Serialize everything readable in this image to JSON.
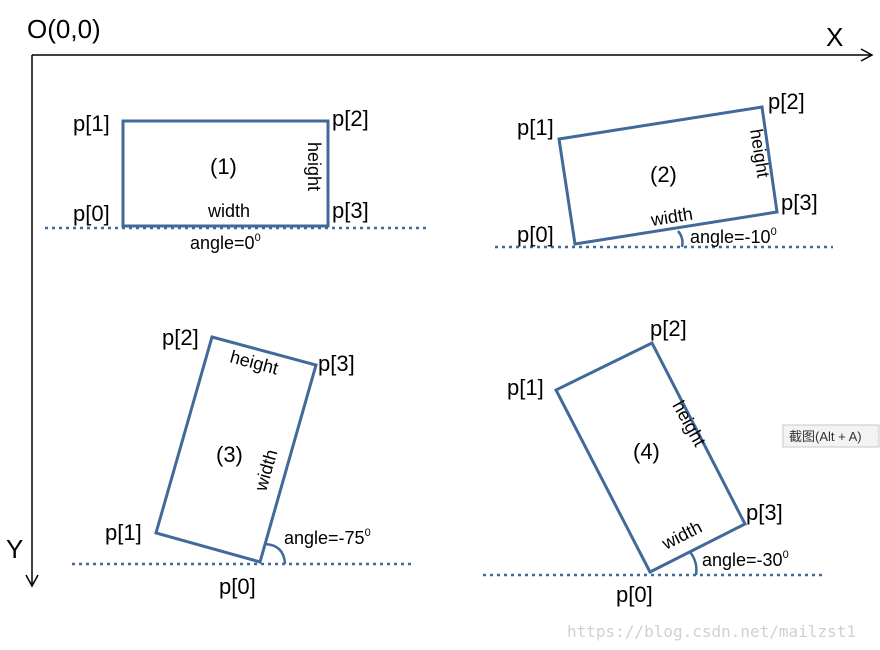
{
  "origin_label": "O(0,0)",
  "x_axis_label": "X",
  "y_axis_label": "Y",
  "panels": [
    {
      "index_label": "(1)",
      "p0": "p[0]",
      "p1": "p[1]",
      "p2": "p[2]",
      "p3": "p[3]",
      "width_label": "width",
      "height_label": "height",
      "angle_label": "angle=0",
      "angle_sup": "0"
    },
    {
      "index_label": "(2)",
      "p0": "p[0]",
      "p1": "p[1]",
      "p2": "p[2]",
      "p3": "p[3]",
      "width_label": "width",
      "height_label": "height",
      "angle_label": "angle=-10",
      "angle_sup": "0"
    },
    {
      "index_label": "(3)",
      "p0": "p[0]",
      "p1": "p[1]",
      "p2": "p[2]",
      "p3": "p[3]",
      "width_label": "width",
      "height_label": "height",
      "angle_label": "angle=-75",
      "angle_sup": "0"
    },
    {
      "index_label": "(4)",
      "p0": "p[0]",
      "p1": "p[1]",
      "p2": "p[2]",
      "p3": "p[3]",
      "width_label": "width",
      "height_label": "height",
      "angle_label": "angle=-30",
      "angle_sup": "0"
    }
  ],
  "screenshot_button": "截图(Alt + A)",
  "watermark": "https://blog.csdn.net/mailzst1",
  "colors": {
    "shape": "#41699a",
    "axis": "#000000"
  }
}
